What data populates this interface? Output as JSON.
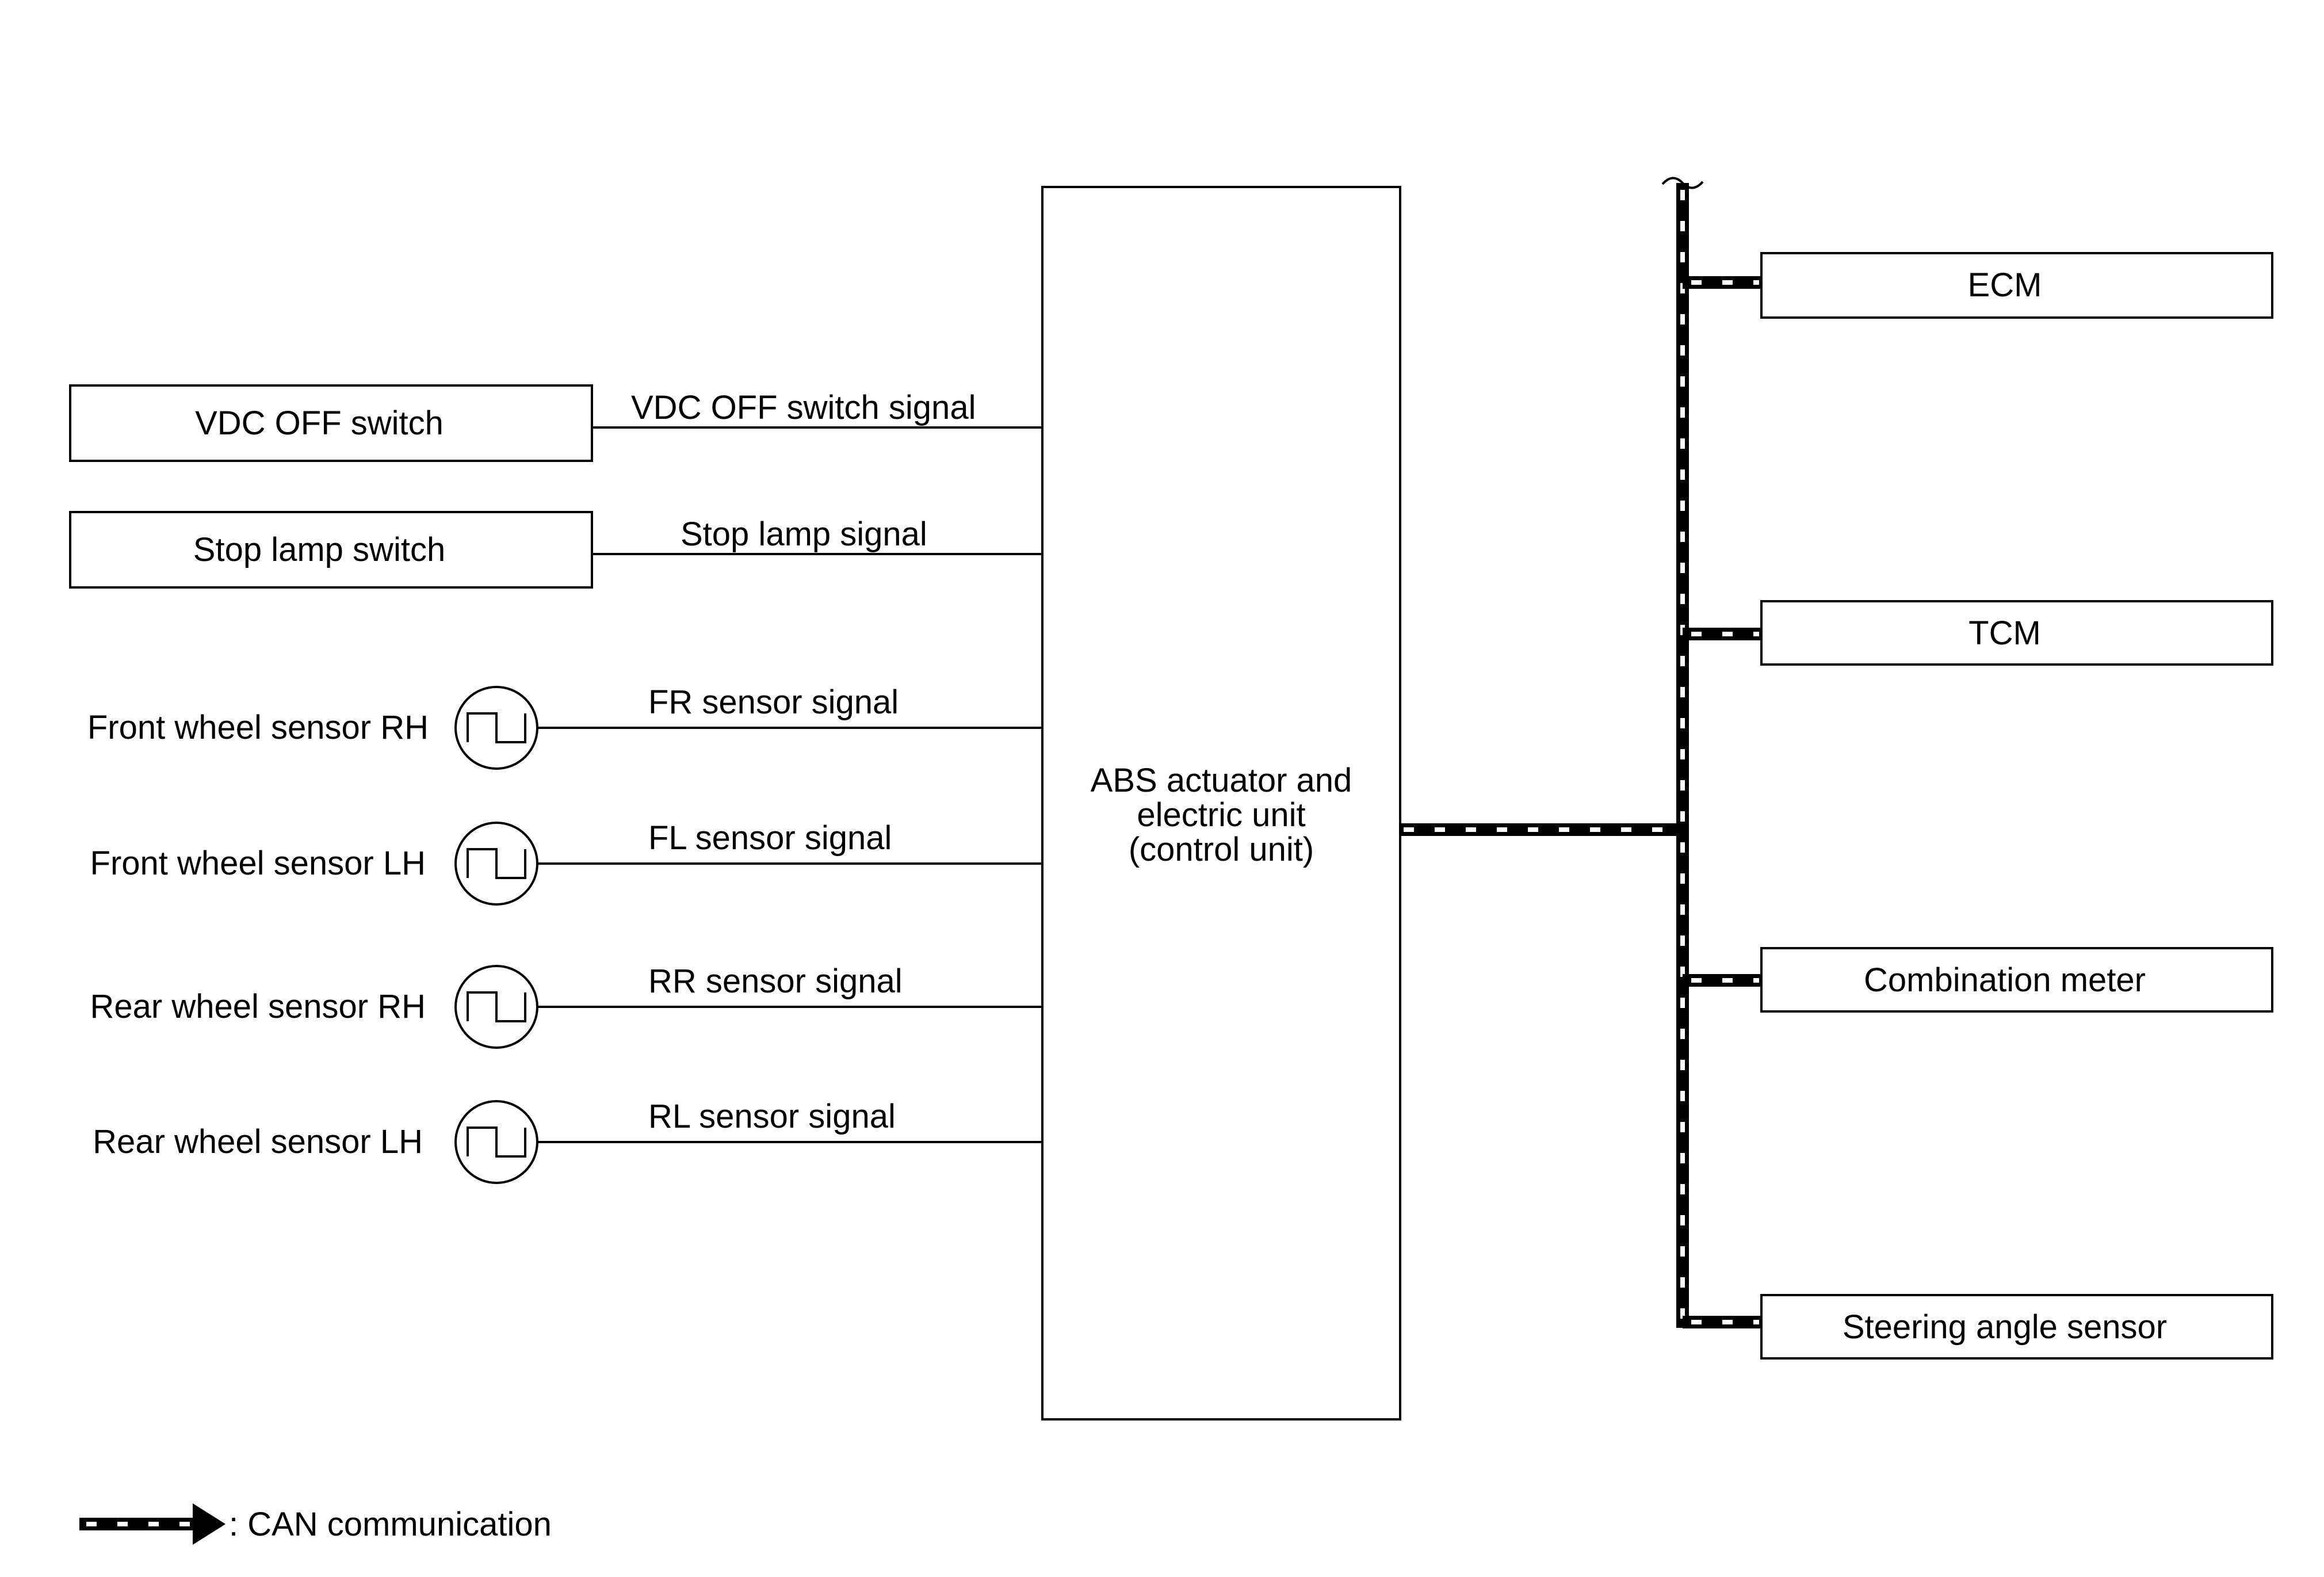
{
  "control_unit": {
    "line1": "ABS actuator and",
    "line2": "electric unit",
    "line3": "(control unit)"
  },
  "switches": [
    {
      "label": "VDC OFF switch",
      "signal": "VDC OFF switch signal"
    },
    {
      "label": "Stop lamp switch",
      "signal": "Stop lamp signal"
    }
  ],
  "sensors": [
    {
      "label": "Front wheel sensor RH",
      "signal": "FR sensor signal"
    },
    {
      "label": "Front wheel sensor LH",
      "signal": "FL sensor signal"
    },
    {
      "label": "Rear wheel sensor RH",
      "signal": "RR sensor signal"
    },
    {
      "label": "Rear wheel sensor LH",
      "signal": "RL sensor signal"
    }
  ],
  "can_nodes": [
    {
      "label": "ECM"
    },
    {
      "label": "TCM"
    },
    {
      "label": "Combination meter"
    },
    {
      "label": "Steering angle sensor"
    }
  ],
  "legend": {
    "label": ": CAN communication"
  },
  "colors": {
    "line": "#000000",
    "background": "#ffffff",
    "can_dash": "#ffffff"
  },
  "icons": {
    "sensor": "square-wave-pulse-icon",
    "legend_arrow": "can-arrow-icon"
  }
}
